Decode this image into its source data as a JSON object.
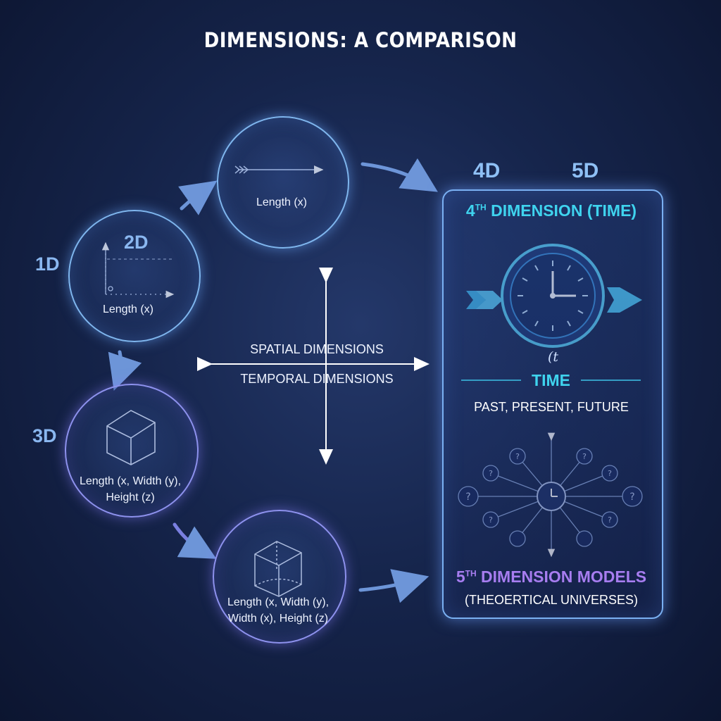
{
  "title": "DIMENSIONS: A COMPARISON",
  "labels": {
    "d1": "1D",
    "d2": "2D",
    "d3": "3D",
    "d4": "4D",
    "d5": "5D"
  },
  "circles": {
    "line_circle_text": "Length (x)",
    "plane_circle_text": "Length (x)",
    "cube_circle_text_line1": "Length (x, Width (y),",
    "cube_circle_text_line2": "Height (z)",
    "box_circle_text_line1": "Length (x, Width (y),",
    "box_circle_text_line2": "Width (x), Height (z)"
  },
  "axes": {
    "spatial": "SPATIAL DIMENSIONS",
    "temporal": "TEMPORAL DIMENSIONS"
  },
  "panel": {
    "fourth_heading_num": "4",
    "fourth_heading_sup": "TH",
    "fourth_heading_rest": " DIMENSION (TIME)",
    "t_mark": "(t",
    "time_label": "TIME",
    "time_sub": "PAST, PRESENT, FUTURE",
    "fifth_heading_num": "5",
    "fifth_heading_sup": "TH",
    "fifth_heading_rest": " DIMENSION MODELS",
    "fifth_sub": "(THEOERTICAL UNIVERSES)"
  },
  "colors": {
    "accent_cyan": "#3fd3ee",
    "accent_purple": "#a77df0",
    "circle_blue": "#7fb6ee",
    "background": "#16254c"
  }
}
